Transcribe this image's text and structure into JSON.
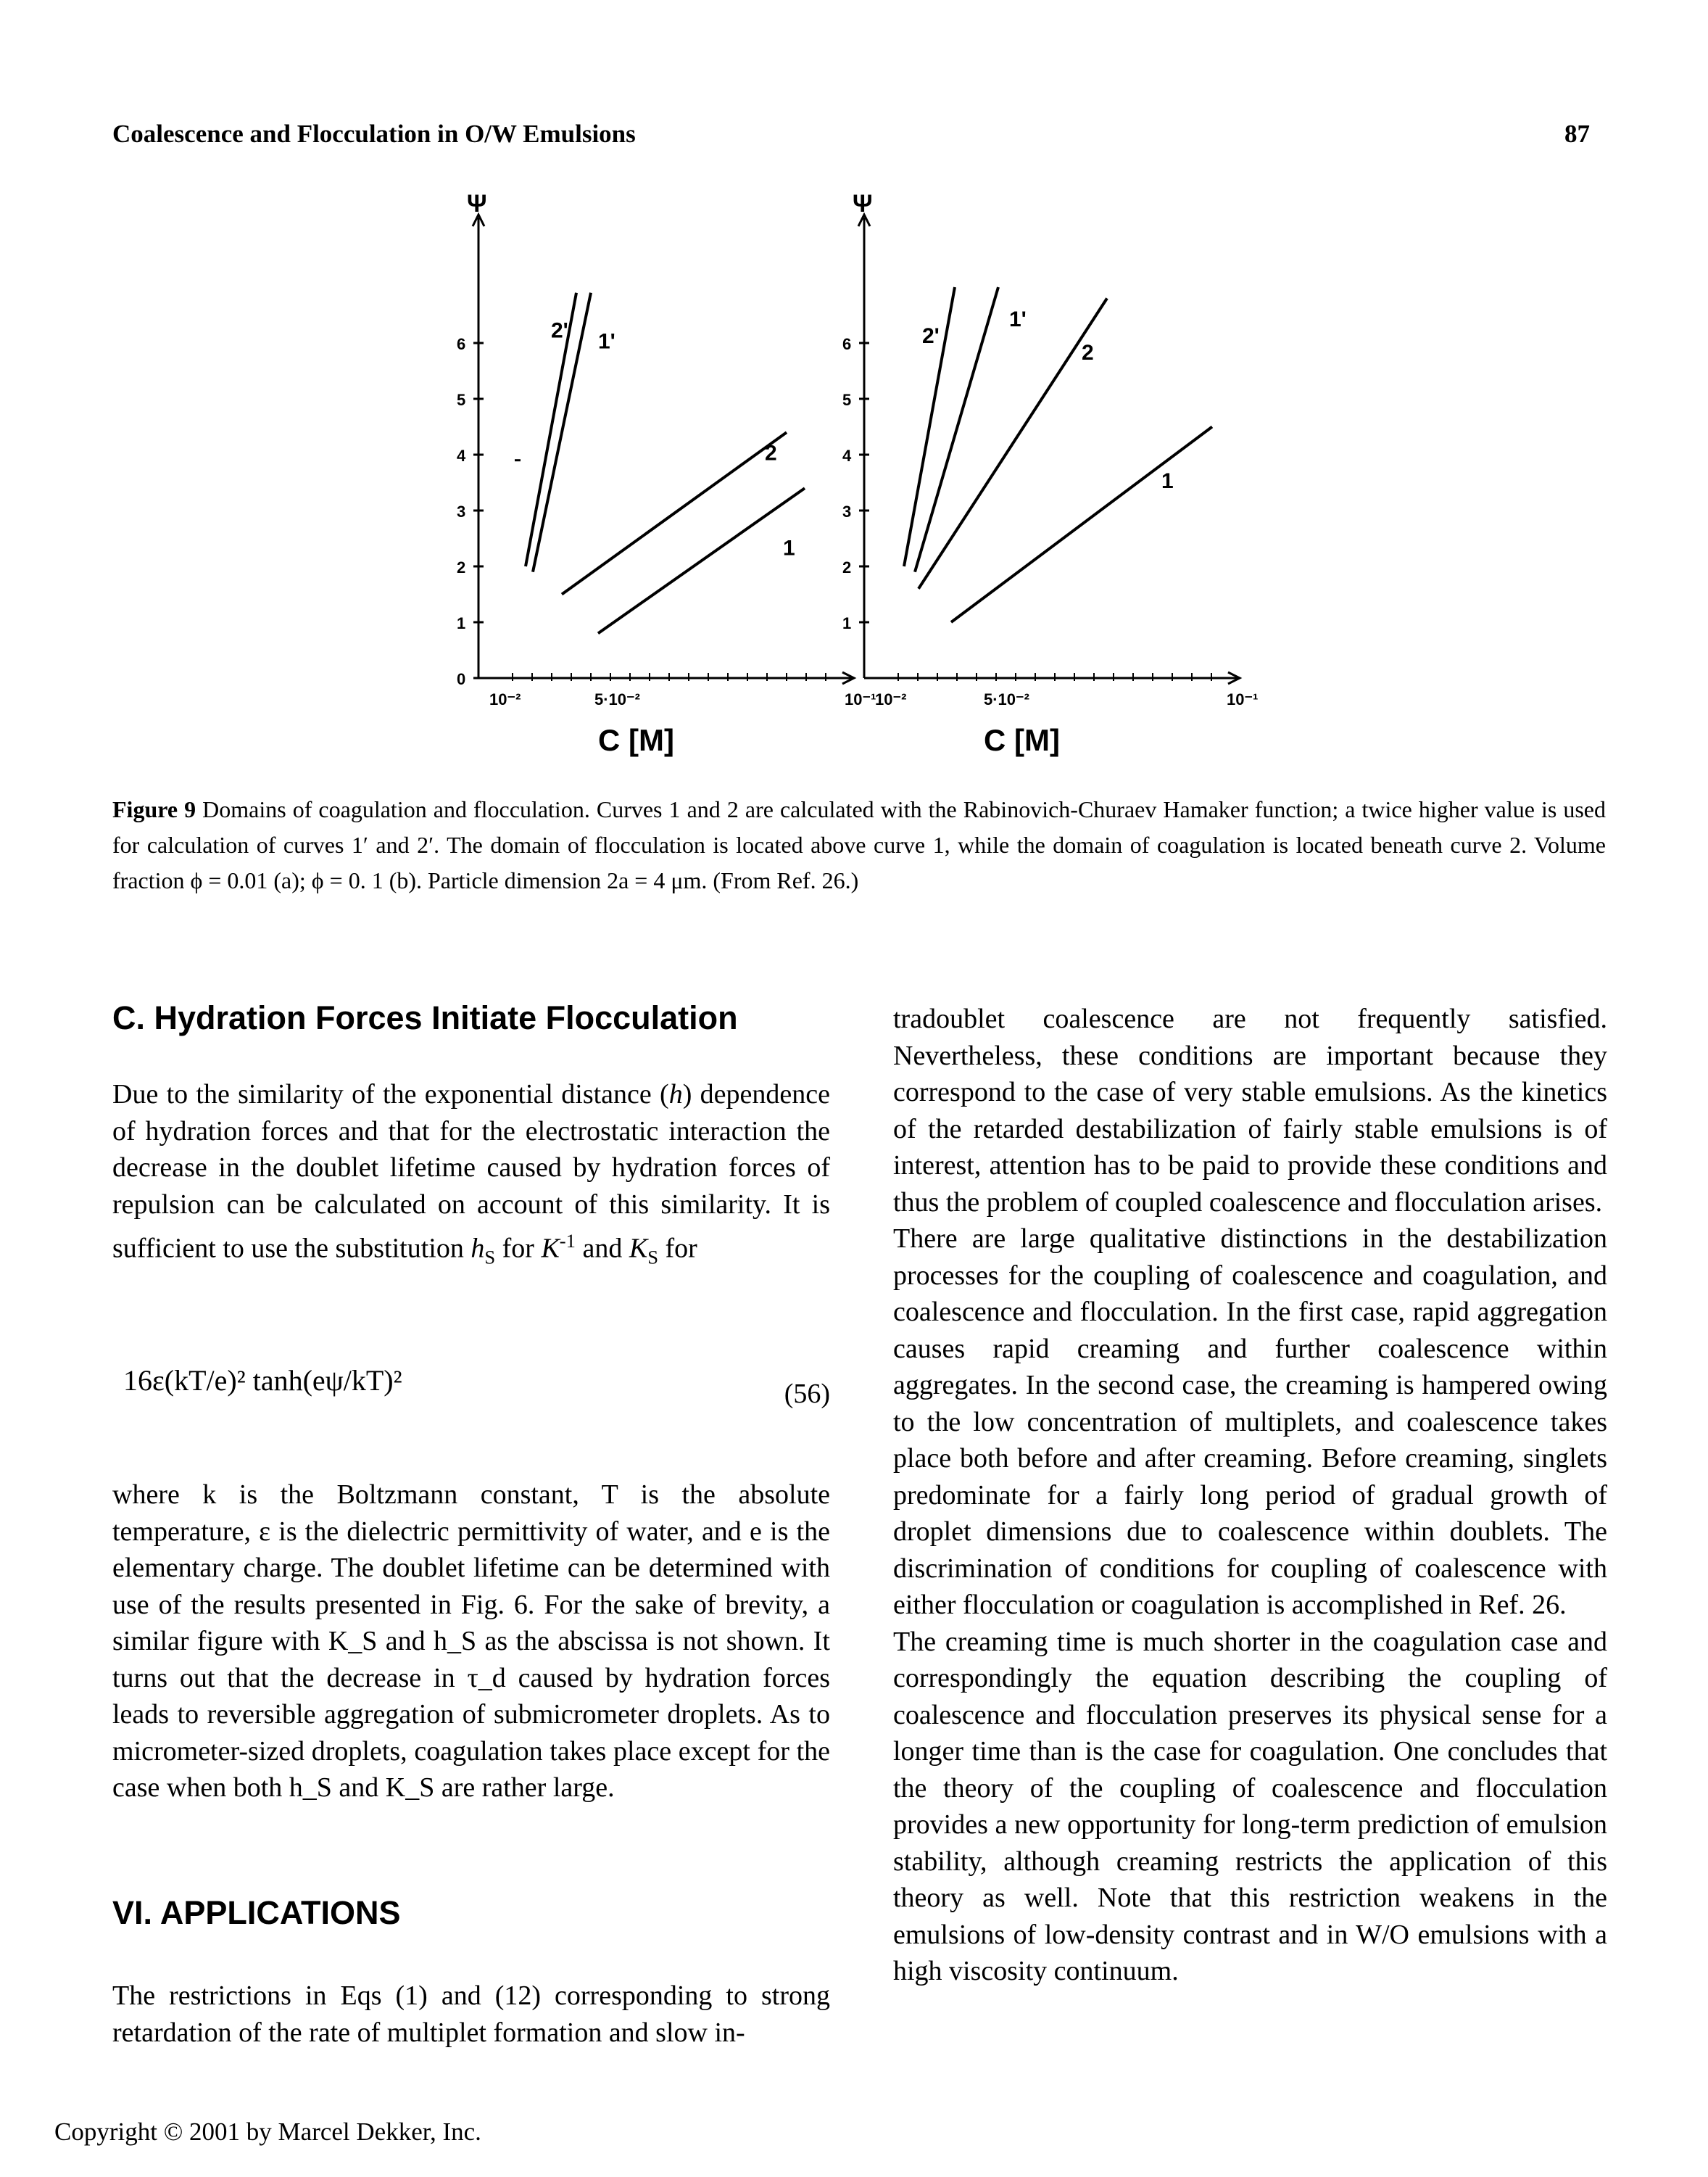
{
  "header": {
    "running_title": "Coalescence and Flocculation in O/W Emulsions",
    "page_number": "87"
  },
  "figure": {
    "panels": [
      {
        "y_label": "Ψ",
        "x_label": "C [M]",
        "y_ticks": [
          "0",
          "1",
          "2",
          "3",
          "4",
          "5",
          "6"
        ],
        "x_ticks": [
          "10⁻²",
          "5·10⁻²",
          "10⁻¹"
        ],
        "curves": [
          {
            "label": "2'",
            "x1": 0.13,
            "y1": 2.0,
            "x2": 0.27,
            "y2": 6.9,
            "label_at": [
              0.2,
              6.1
            ]
          },
          {
            "label": "1'",
            "x1": 0.15,
            "y1": 1.9,
            "x2": 0.31,
            "y2": 6.9,
            "label_at": [
              0.33,
              5.9
            ]
          },
          {
            "label": "2",
            "x1": 0.23,
            "y1": 1.5,
            "x2": 0.85,
            "y2": 4.4,
            "label_at": [
              0.79,
              3.9
            ]
          },
          {
            "label": "1",
            "x1": 0.33,
            "y1": 0.8,
            "x2": 0.9,
            "y2": 3.4,
            "label_at": [
              0.84,
              2.2
            ]
          }
        ],
        "stray_mark": {
          "x": 0.1,
          "y": 3.9
        }
      },
      {
        "y_label": "Ψ",
        "x_label": "C [M]",
        "y_ticks": [
          "1",
          "2",
          "3",
          "4",
          "5",
          "6"
        ],
        "x_ticks": [
          "10⁻²",
          "5·10⁻²",
          "10⁻¹"
        ],
        "curves": [
          {
            "label": "2'",
            "x1": 0.11,
            "y1": 2.0,
            "x2": 0.25,
            "y2": 7.0,
            "label_at": [
              0.16,
              6.0
            ]
          },
          {
            "label": "1'",
            "x1": 0.14,
            "y1": 1.9,
            "x2": 0.37,
            "y2": 7.0,
            "label_at": [
              0.4,
              6.3
            ]
          },
          {
            "label": "2",
            "x1": 0.15,
            "y1": 1.6,
            "x2": 0.67,
            "y2": 6.8,
            "label_at": [
              0.6,
              5.7
            ]
          },
          {
            "label": "1",
            "x1": 0.24,
            "y1": 1.0,
            "x2": 0.96,
            "y2": 4.5,
            "label_at": [
              0.82,
              3.4
            ]
          }
        ]
      }
    ]
  },
  "caption": {
    "label": "Figure 9",
    "text": " Domains of coagulation and flocculation. Curves 1 and 2 are calculated with the Rabinovich-Churaev Hamaker function; a twice higher value is used for calculation of curves 1′ and 2′. The domain of flocculation is located above curve 1, while the domain of coagulation is located beneath curve 2. Volume fraction ϕ = 0.01 (a); ϕ = 0. 1 (b). Particle dimension 2a = 4 μm. (From Ref. 26.)"
  },
  "left_column": {
    "section_c_heading": "C. Hydration Forces Initiate Flocculation",
    "para1_a": "Due to the similarity of the exponential distance (",
    "para1_h": "h",
    "para1_b": ") dependence of hydration forces and that for the electrostatic interaction the decrease in the doublet lifetime caused by hydration forces of repulsion can be calculated on account of this similarity. It is sufficient to use the substitution ",
    "para1_hs": "h",
    "para1_s1": "S",
    "para1_c": " for ",
    "para1_K": "K",
    "para1_exp": "-1",
    "para1_d": " and ",
    "para1_Ks": "K",
    "para1_s2": "S",
    "para1_e": " for",
    "equation": "16ε(kT/e)² tanh(eψ/kT)²",
    "equation_number": "(56)",
    "para2": "where k is the Boltzmann constant, T is the absolute temperature, ε is the dielectric permittivity of water, and e is the elementary charge. The doublet lifetime can be determined with use of the results presented in Fig. 6. For the sake of brevity, a similar figure with K_S and h_S as the abscissa is not shown. It turns out that the decrease in τ_d caused by hydration forces leads to reversible aggregation of submicrometer droplets. As to micrometer-sized droplets, coagulation takes place except for the case when both h_S and K_S are rather large.",
    "section_vi_heading": "VI. APPLICATIONS",
    "para3": "The restrictions in Eqs (1) and (12) corresponding to strong retardation of the rate of multiplet formation and slow in-"
  },
  "right_column": {
    "para1": "tradoublet coalescence are not frequently satisfied. Nevertheless, these conditions are important because they correspond to the case of very stable emulsions. As the kinetics of the retarded destabilization of fairly stable emulsions is of interest, attention has to be paid to provide these conditions and thus the problem of coupled coalescence and flocculation arises.",
    "para2": "There are large qualitative distinctions in the destabilization processes for the coupling of coalescence and coagulation, and coalescence and flocculation. In the first case, rapid aggregation causes rapid creaming and further coalescence within aggregates. In the second case, the creaming is hampered owing to the low concentration of multiplets, and coalescence takes place both before and after creaming. Before creaming, singlets predominate for a fairly long period of gradual growth of droplet dimensions due to coalescence within doublets. The discrimination of conditions for coupling of coalescence with either flocculation or coagulation is accomplished in Ref. 26.",
    "para3": "The creaming time is much shorter in the coagulation case and correspondingly the equation describing the coupling of coalescence and flocculation preserves its physical sense for a longer time than is the case for coagulation. One concludes that the theory of the coupling of coalescence and flocculation provides a new opportunity for long-term prediction of emulsion stability, although creaming restricts the application of this theory as well. Note that this restriction weakens in the emulsions of low-density contrast and in W/O emulsions with a high viscosity continuum."
  },
  "footer": {
    "copyright": "Copyright © 2001 by Marcel Dekker, Inc."
  }
}
